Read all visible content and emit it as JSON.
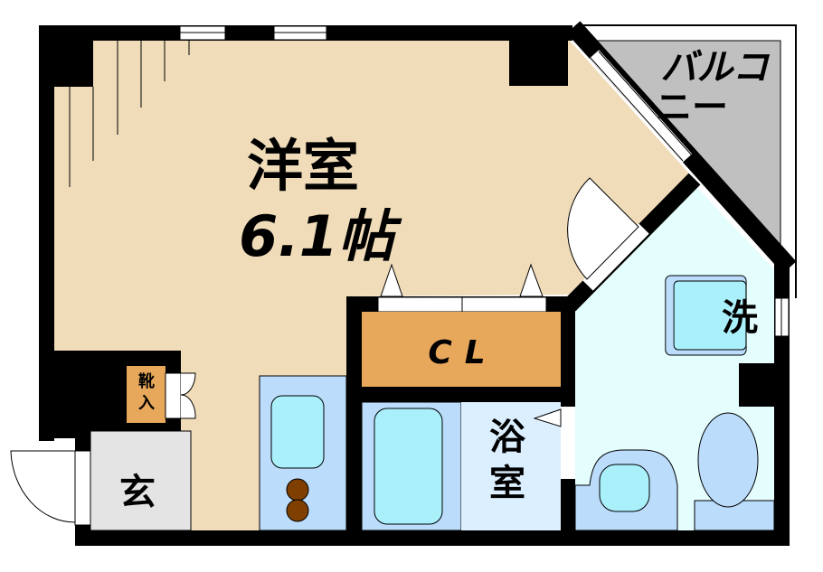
{
  "rooms": {
    "western_room": {
      "name": "洋室",
      "size": "6.1帖"
    },
    "balcony": {
      "line1": "バルコ",
      "line2": "ニー"
    },
    "closet": "CL",
    "bathroom": {
      "line1": "浴",
      "line2": "室"
    },
    "washer": "洗",
    "shoe_cabinet": {
      "line1": "靴",
      "line2": "入"
    },
    "entrance": "玄"
  },
  "colors": {
    "western_room": "#f0dcb9",
    "balcony": "#c0c0c0",
    "closet": "#e8a85c",
    "bath_area": "#bbdcfb",
    "tub": "#aaf0fb",
    "washroom": "#e4fdfd",
    "entrance": "#e4e4e4",
    "wall": "#000000",
    "stove": "#7f3f00"
  }
}
